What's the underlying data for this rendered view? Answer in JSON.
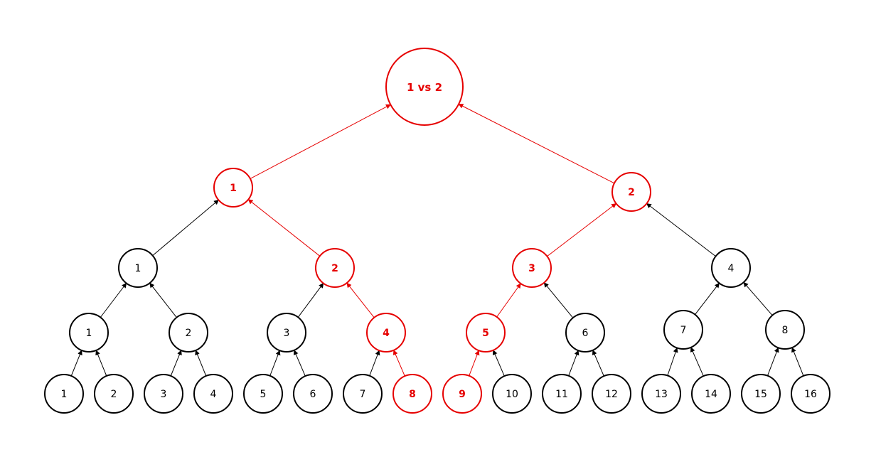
{
  "colors": {
    "default": "#000000",
    "highlight": "#e60000",
    "fill": "#ffffff"
  },
  "final": {
    "label": "1 vs 2",
    "highlight": true
  },
  "semifinals": [
    {
      "label": "1",
      "highlight": true
    },
    {
      "label": "2",
      "highlight": true
    }
  ],
  "quarterfinals": [
    {
      "label": "1",
      "highlight": false
    },
    {
      "label": "2",
      "highlight": true
    },
    {
      "label": "3",
      "highlight": true
    },
    {
      "label": "4",
      "highlight": false
    }
  ],
  "round2": [
    {
      "label": "1",
      "highlight": false
    },
    {
      "label": "2",
      "highlight": false
    },
    {
      "label": "3",
      "highlight": false
    },
    {
      "label": "4",
      "highlight": true
    },
    {
      "label": "5",
      "highlight": true
    },
    {
      "label": "6",
      "highlight": false
    },
    {
      "label": "7",
      "highlight": false
    },
    {
      "label": "8",
      "highlight": false
    }
  ],
  "leaves": [
    {
      "label": "1",
      "highlight": false
    },
    {
      "label": "2",
      "highlight": false
    },
    {
      "label": "3",
      "highlight": false
    },
    {
      "label": "4",
      "highlight": false
    },
    {
      "label": "5",
      "highlight": false
    },
    {
      "label": "6",
      "highlight": false
    },
    {
      "label": "7",
      "highlight": false
    },
    {
      "label": "8",
      "highlight": true
    },
    {
      "label": "9",
      "highlight": true
    },
    {
      "label": "10",
      "highlight": false
    },
    {
      "label": "11",
      "highlight": false
    },
    {
      "label": "12",
      "highlight": false
    },
    {
      "label": "13",
      "highlight": false
    },
    {
      "label": "14",
      "highlight": false
    },
    {
      "label": "15",
      "highlight": false
    },
    {
      "label": "16",
      "highlight": false
    }
  ]
}
